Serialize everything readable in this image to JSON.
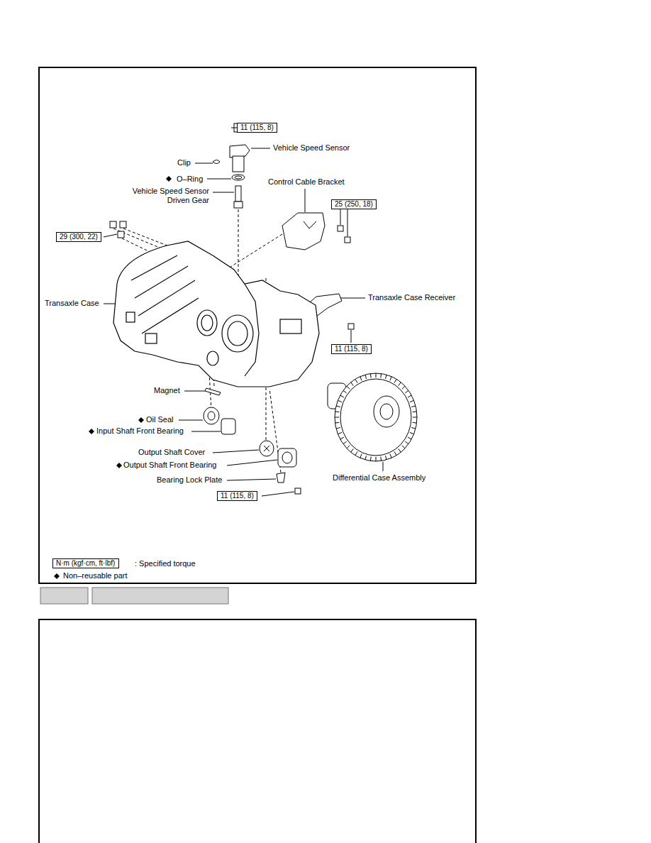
{
  "diagram": {
    "nodes": [
      {
        "text": [
          "11 (115, 8)"
        ]
      },
      {
        "text": [
          "25 (250, 18)"
        ]
      },
      {
        "text": [
          "29 (300, 22)"
        ]
      },
      {
        "text": [
          "11 (115, 8)"
        ]
      },
      {
        "text": [
          "11 (115, 8)"
        ]
      },
      {
        "text": [
          "N·m (kgf·cm, ft·lbf)"
        ]
      }
    ],
    "labels": [
      "Vehicle Speed Sensor",
      "Clip",
      "O–Ring",
      "Vehicle Speed Sensor Driven Gear",
      "Control Cable Bracket",
      "Transaxle Case",
      "Transaxle Case Receiver",
      "Magnet",
      "Oil Seal",
      "Input Shaft Front Bearing",
      "Output Shaft Cover",
      "Output Shaft Front Bearing",
      "Bearing Lock Plate",
      "Differential Case Assembly"
    ],
    "legend": [
      {
        "text": ": Specified torque"
      },
      {
        "text": "Non–reusable part"
      }
    ]
  }
}
